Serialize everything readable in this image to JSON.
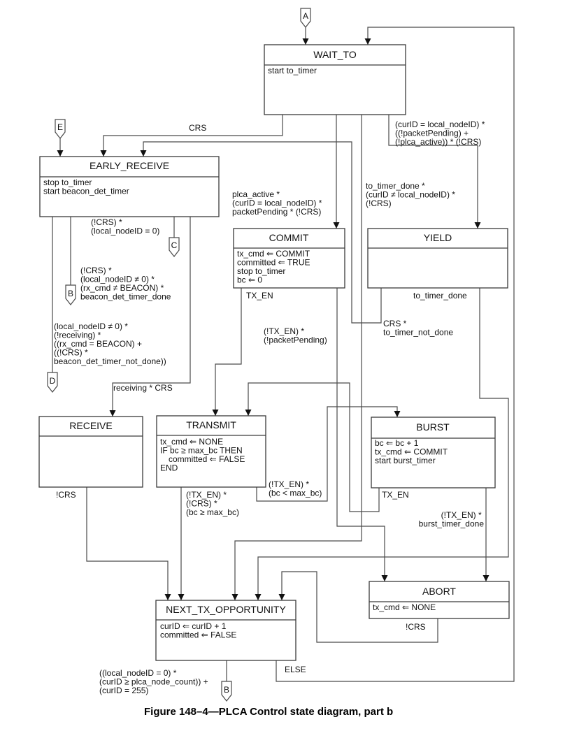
{
  "figure": {
    "caption": "Figure 148–4—PLCA Control state diagram, part b"
  },
  "connectors": {
    "a_in": "A",
    "e_in": "E",
    "c_out": "C",
    "b_out_early": "B",
    "d_out": "D",
    "b_out_next": "B"
  },
  "states": {
    "wait_to": {
      "name": "WAIT_TO",
      "actions": [
        "start to_timer"
      ]
    },
    "early_receive": {
      "name": "EARLY_RECEIVE",
      "actions": [
        "stop to_timer",
        "start beacon_det_timer"
      ]
    },
    "commit": {
      "name": "COMMIT",
      "actions": [
        "tx_cmd ⇐ COMMIT",
        "committed ⇐ TRUE",
        "stop to_timer",
        "bc ⇐ 0"
      ]
    },
    "yield": {
      "name": "YIELD",
      "actions": []
    },
    "receive": {
      "name": "RECEIVE",
      "actions": []
    },
    "transmit": {
      "name": "TRANSMIT",
      "actions": [
        "tx_cmd ⇐ NONE",
        "IF bc ≥ max_bc THEN",
        "committed ⇐ FALSE",
        "END"
      ]
    },
    "burst": {
      "name": "BURST",
      "actions": [
        "bc ⇐ bc + 1",
        "tx_cmd ⇐ COMMIT",
        "start burst_timer"
      ]
    },
    "abort": {
      "name": "ABORT",
      "actions": [
        "tx_cmd ⇐ NONE"
      ]
    },
    "next_tx_opportunity": {
      "name": "NEXT_TX_OPPORTUNITY",
      "actions": [
        "curID ⇐ curID + 1",
        "committed ⇐ FALSE"
      ]
    }
  },
  "transitions": {
    "wait_to_to_early_receive": [
      "CRS"
    ],
    "wait_to_to_yield": [
      "(curID = local_nodeID) *",
      "((!packetPending) +",
      "(!plca_active)) * (!CRS)"
    ],
    "wait_to_to_commit": [
      "plca_active *",
      "(curID = local_nodeID) *",
      "packetPending * (!CRS)"
    ],
    "wait_to_to_next_tx": [
      "to_timer_done *",
      "(curID ≠ local_nodeID) *",
      "(!CRS)"
    ],
    "early_receive_to_c": [
      "(!CRS) *",
      "(local_nodeID = 0)"
    ],
    "early_receive_to_b": [
      "(!CRS) *",
      "(local_nodeID ≠ 0) *",
      "(rx_cmd ≠ BEACON) *",
      "beacon_det_timer_done"
    ],
    "early_receive_to_d": [
      "(local_nodeID ≠ 0) *",
      "(!receiving) *",
      "((rx_cmd = BEACON) +",
      "((!CRS) *",
      "beacon_det_timer_not_done))"
    ],
    "early_receive_to_receive": [
      "receiving * CRS"
    ],
    "commit_to_transmit": [
      "TX_EN"
    ],
    "commit_to_abort": [
      "(!TX_EN) *",
      "(!packetPending)"
    ],
    "yield_to_next_tx": [
      "to_timer_done"
    ],
    "yield_to_early_receive": [
      "CRS *",
      "to_timer_not_done"
    ],
    "receive_to_next_tx": [
      "!CRS"
    ],
    "transmit_to_next_tx": [
      "(!TX_EN) *",
      "(!CRS) *",
      "(bc ≥ max_bc)"
    ],
    "transmit_to_burst": [
      "(!TX_EN) *",
      "(bc < max_bc)"
    ],
    "burst_to_transmit": [
      "TX_EN"
    ],
    "burst_to_abort": [
      "(!TX_EN) *",
      "burst_timer_done"
    ],
    "abort_to_next_tx": [
      "!CRS"
    ],
    "next_tx_to_b": [
      "((local_nodeID = 0) *",
      "(curID ≥ plca_node_count)) +",
      "(curID = 255)"
    ],
    "next_tx_to_wait_to": [
      "ELSE"
    ]
  }
}
